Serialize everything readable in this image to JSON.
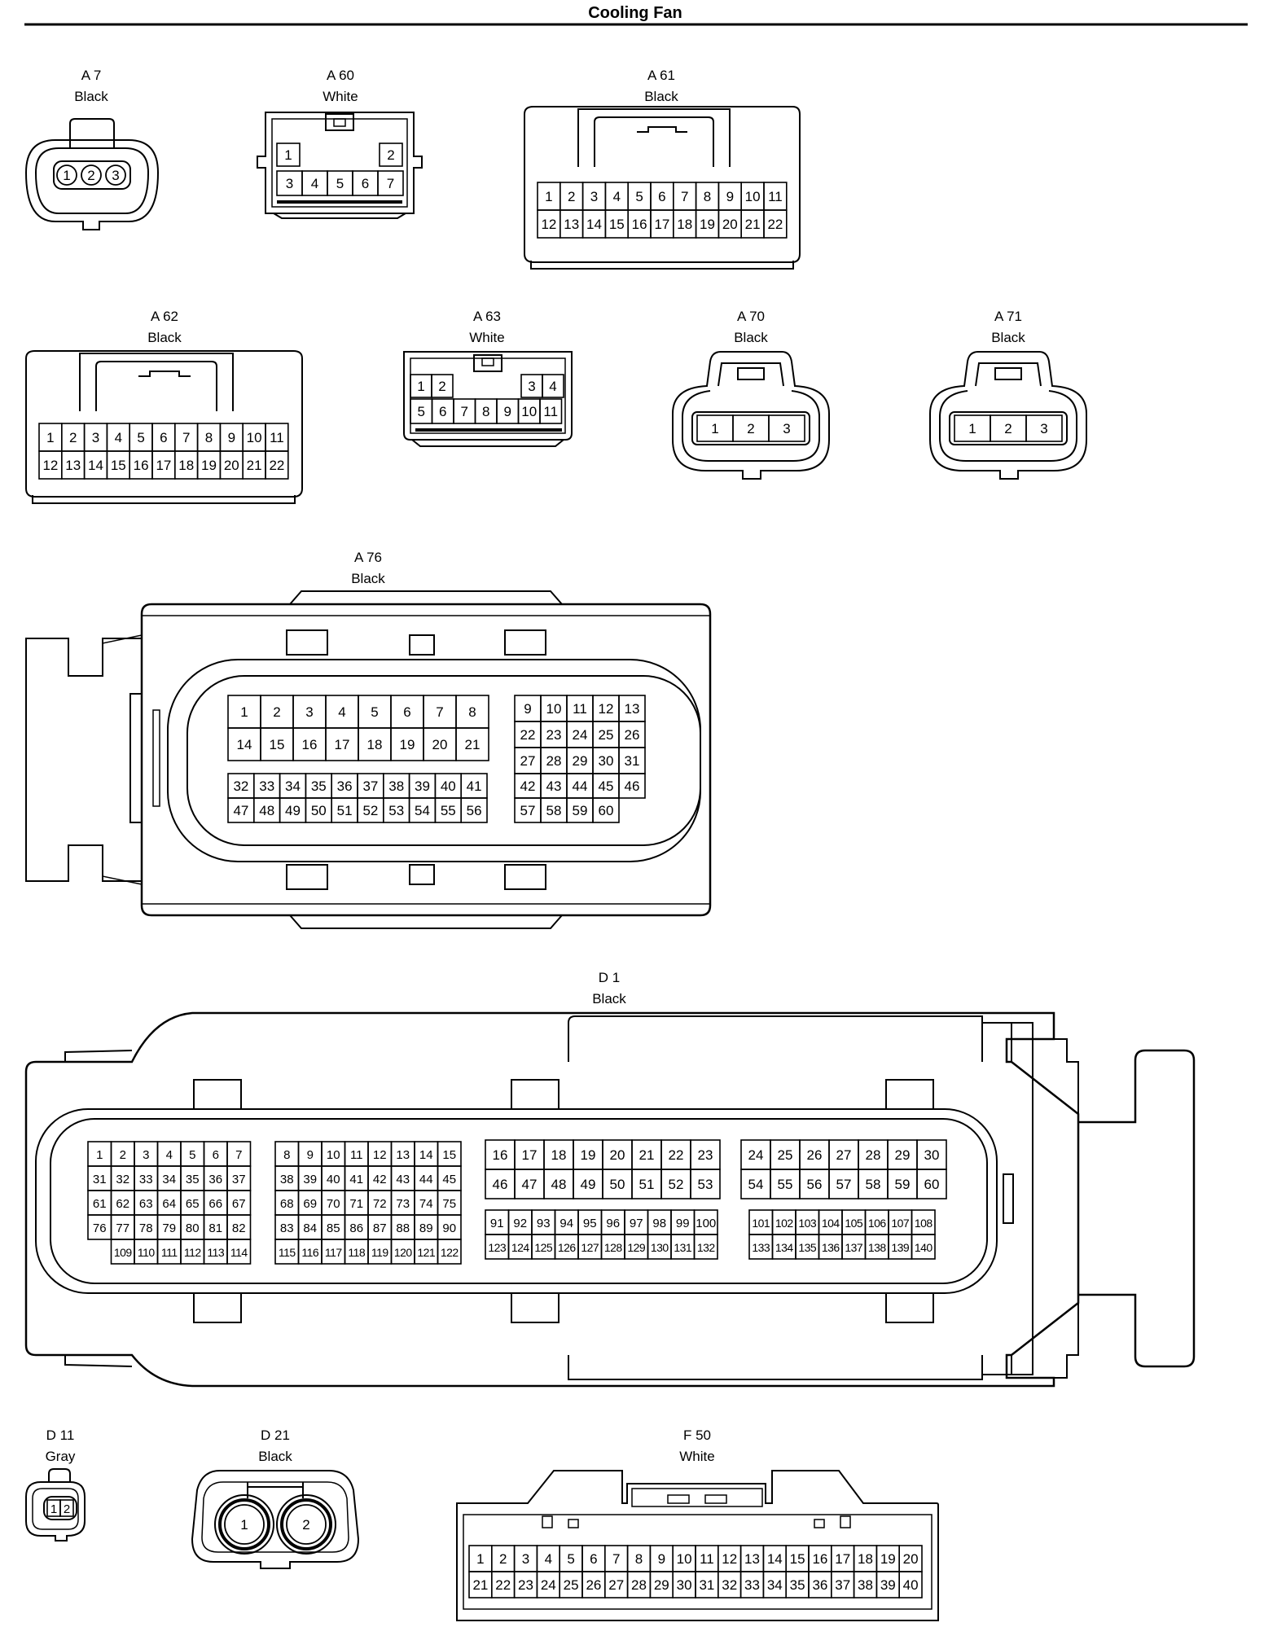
{
  "title": "Cooling Fan",
  "connectors": {
    "A7": {
      "code": "A 7",
      "color": "Black",
      "pins": [
        "1",
        "2",
        "3"
      ]
    },
    "A60": {
      "code": "A 60",
      "color": "White",
      "pins": [
        "1",
        "2",
        "3",
        "4",
        "5",
        "6",
        "7"
      ]
    },
    "A61": {
      "code": "A 61",
      "color": "Black"
    },
    "A62": {
      "code": "A 62",
      "color": "Black"
    },
    "A63": {
      "code": "A 63",
      "color": "White",
      "pins": [
        "1",
        "2",
        "3",
        "4",
        "5",
        "6",
        "7",
        "8",
        "9",
        "10",
        "11"
      ]
    },
    "A70": {
      "code": "A 70",
      "color": "Black",
      "pins": [
        "1",
        "2",
        "3"
      ]
    },
    "A71": {
      "code": "A 71",
      "color": "Black",
      "pins": [
        "1",
        "2",
        "3"
      ]
    },
    "A76": {
      "code": "A 76",
      "color": "Black"
    },
    "D1": {
      "code": "D 1",
      "color": "Black"
    },
    "D11": {
      "code": "D 11",
      "color": "Gray",
      "pins": [
        "1",
        "2"
      ]
    },
    "D21": {
      "code": "D 21",
      "color": "Black",
      "pins": [
        "1",
        "2"
      ]
    },
    "F50": {
      "code": "F 50",
      "color": "White"
    }
  }
}
